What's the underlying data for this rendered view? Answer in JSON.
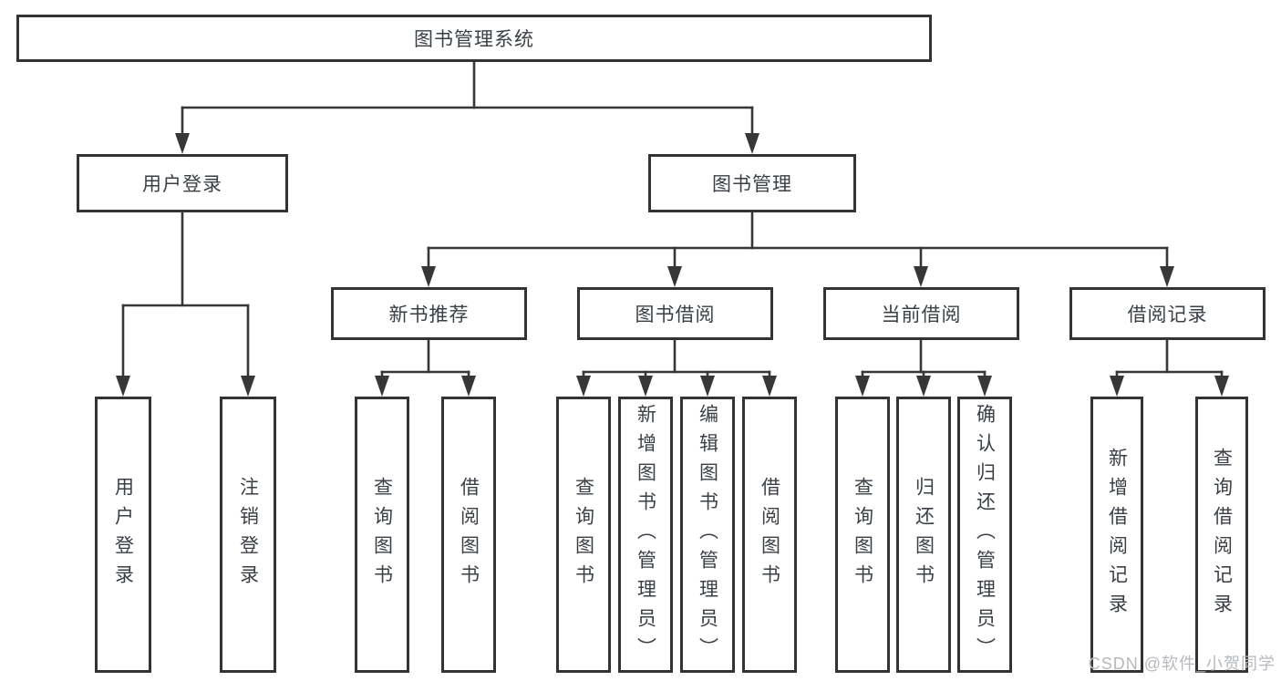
{
  "title": "图书管理系统",
  "level2": [
    {
      "label": "用户登录"
    },
    {
      "label": "图书管理"
    }
  ],
  "level3": [
    {
      "label": "新书推荐"
    },
    {
      "label": "图书借阅"
    },
    {
      "label": "当前借阅"
    },
    {
      "label": "借阅记录"
    }
  ],
  "leaves": {
    "login": [
      "用户登录",
      "注销登录"
    ],
    "recommend": [
      "查询图书",
      "借阅图书"
    ],
    "borrow": [
      "查询图书",
      "新增图书（管理员）",
      "编辑图书（管理员）",
      "借阅图书"
    ],
    "current": [
      "查询图书",
      "归还图书",
      "确认归还（管理员）"
    ],
    "records": [
      "新增借阅记录",
      "查询借阅记录"
    ]
  },
  "watermark": "CSDN @软件_小贺同学",
  "colors": {
    "line": "#373737",
    "border": "#333333",
    "text": "#3a3f46",
    "watermark": "#b6b9bd"
  }
}
